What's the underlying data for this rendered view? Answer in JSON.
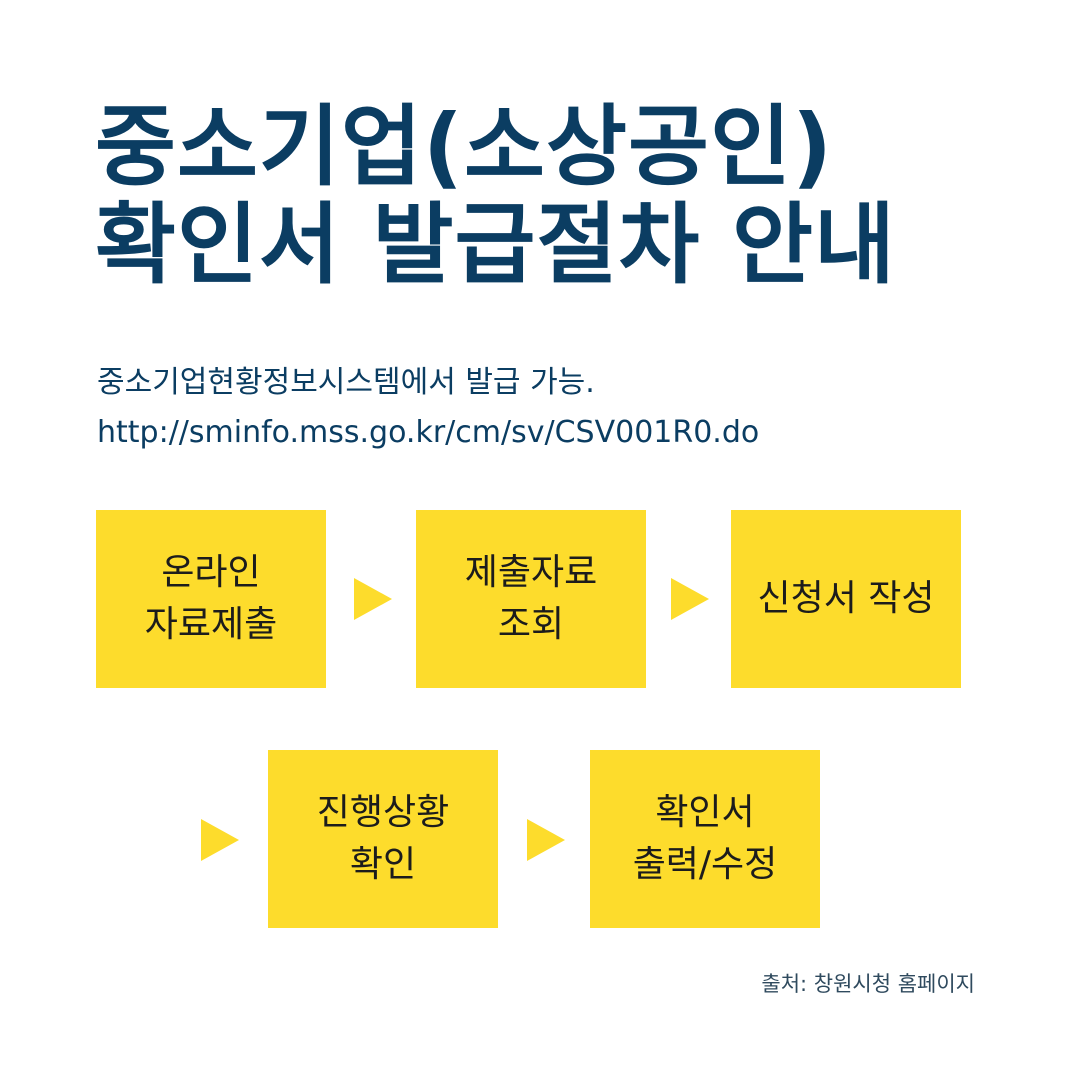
{
  "title": {
    "line1": "중소기업(소상공인)",
    "line2": "확인서 발급절차 안내"
  },
  "subtitle": {
    "line1": "중소기업현황정보시스템에서 발급 가능.",
    "line2": "http://sminfo.mss.go.kr/cm/sv/CSV001R0.do"
  },
  "steps": [
    {
      "line1": "온라인",
      "line2": "자료제출"
    },
    {
      "line1": "제출자료",
      "line2": "조회"
    },
    {
      "line1": "신청서 작성",
      "line2": ""
    },
    {
      "line1": "진행상황",
      "line2": "확인"
    },
    {
      "line1": "확인서",
      "line2": "출력/수정"
    }
  ],
  "source": "출처: 창원시청 홈페이지",
  "colors": {
    "title": "#0b3d62",
    "box": "#fddc2c",
    "arrow": "#fddc2c",
    "background": "#ffffff"
  }
}
